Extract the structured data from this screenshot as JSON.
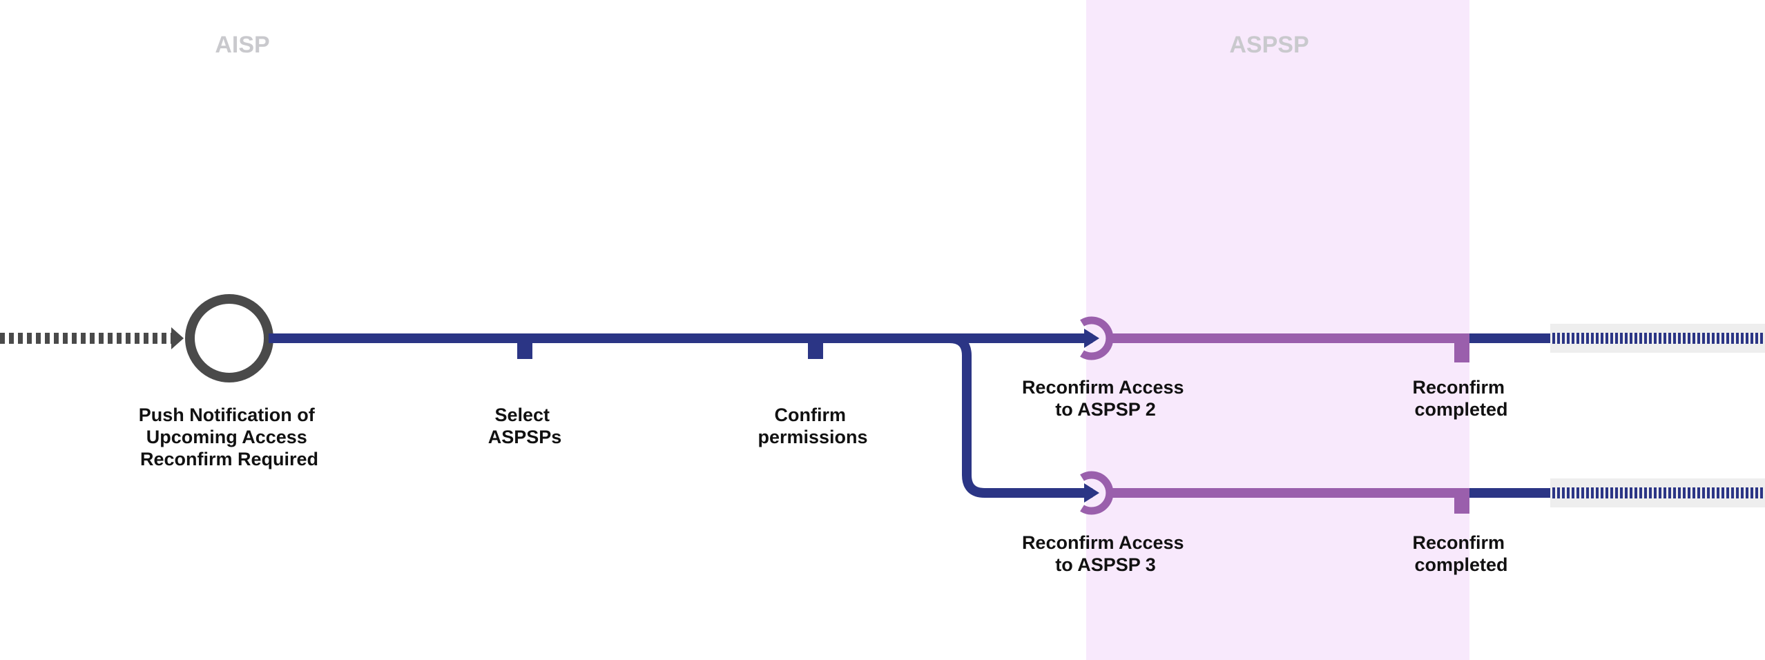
{
  "lanes": {
    "aisp": "AISP",
    "aspsp": "ASPSP"
  },
  "steps": {
    "start": [
      "Push Notification of",
      "Upcoming Access",
      "Reconfirm Required"
    ],
    "select": [
      "Select",
      "ASPSPs"
    ],
    "confirm": [
      "Confirm",
      "permissions"
    ],
    "reconfirm_2": [
      "Reconfirm Access",
      "to ASPSP 2"
    ],
    "completed_2": [
      "Reconfirm",
      "completed"
    ],
    "reconfirm_3": [
      "Reconfirm Access",
      "to ASPSP 3"
    ],
    "completed_3": [
      "Reconfirm",
      "completed"
    ]
  },
  "colors": {
    "aisp_line": "#2b3585",
    "aspsp_line": "#9a5fac",
    "aspsp_lane_bg": "#f8e9fc",
    "start_node": "#4a4a4a",
    "continuation_bg": "#eeeeee"
  }
}
